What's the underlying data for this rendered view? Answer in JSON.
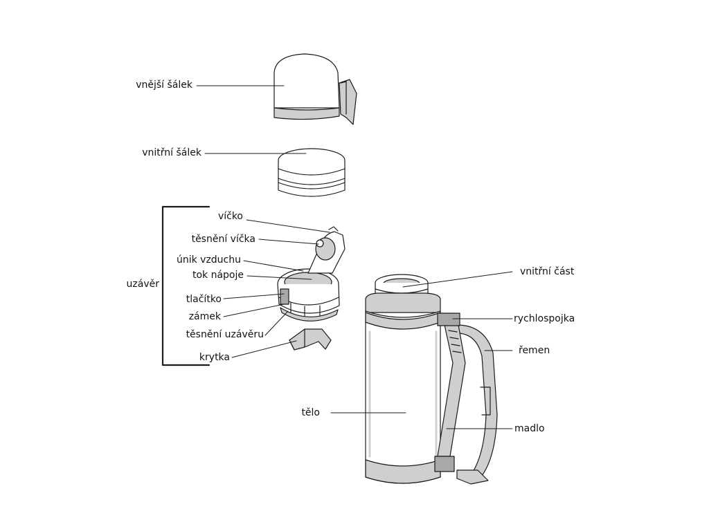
{
  "labels": {
    "outer_cup": "vnější šálek",
    "inner_cup": "vnitřní šálek",
    "lid": "víčko",
    "lid_seal": "těsnění víčka",
    "air_vent": "únik vzduchu",
    "drink_flow": "tok nápoje",
    "closure": "uzávěr",
    "button": "tlačítko",
    "lock": "zámek",
    "closure_seal": "těsnění uzávěru",
    "cover": "krytka",
    "body": "tělo",
    "inner_part": "vnitřní část",
    "quick_connector": "rychlospojka",
    "strap": "řemen",
    "handle": "madlo"
  },
  "colors": {
    "line": "#1a1a1a",
    "shade": "#cfcfcf",
    "shade_dark": "#a8a8a8"
  }
}
